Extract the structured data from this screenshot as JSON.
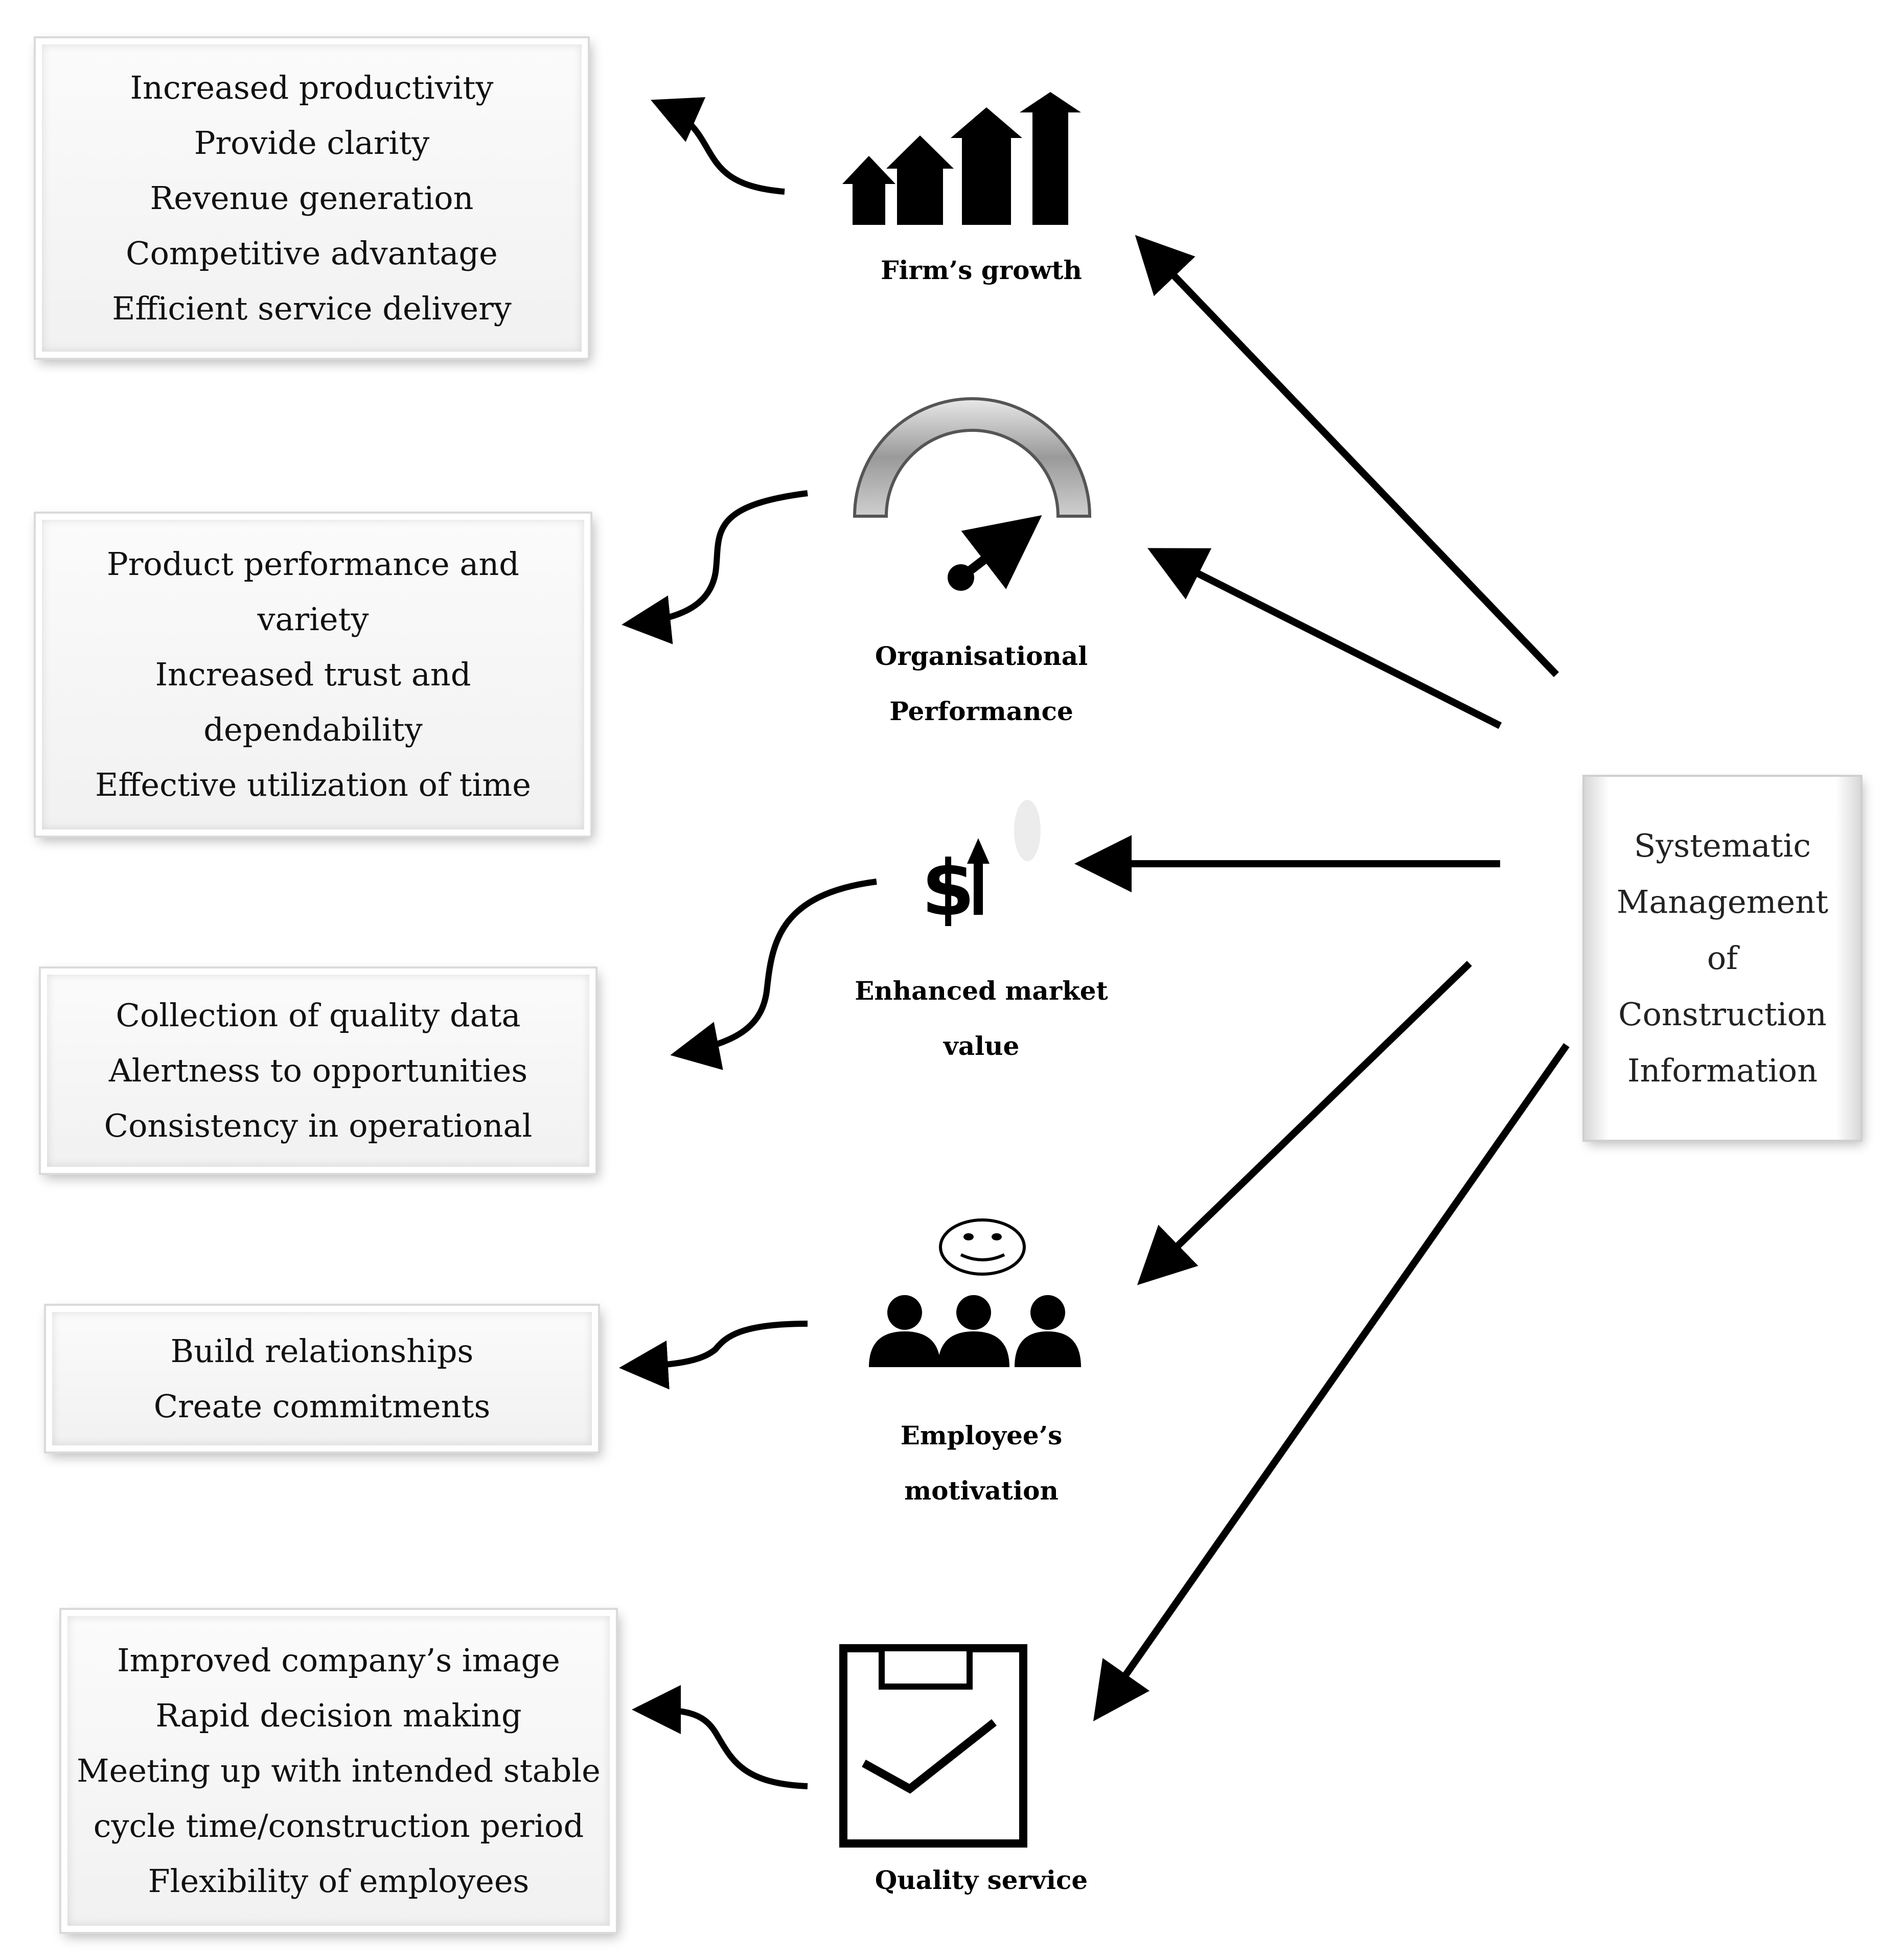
{
  "center": {
    "lines": [
      "Systematic",
      "Management",
      "of",
      "Construction",
      "Information"
    ]
  },
  "factors": [
    {
      "label": [
        "Firm’s growth"
      ],
      "icon": "bar-growth-arrows-icon"
    },
    {
      "label": [
        "Organisational",
        "Performance"
      ],
      "icon": "gauge-meter-icon"
    },
    {
      "label": [
        "Enhanced market",
        "value"
      ],
      "icon": "dollar-up-icon"
    },
    {
      "label": [
        "Employee’s",
        "motivation"
      ],
      "icon": "team-smiley-icon"
    },
    {
      "label": [
        "Quality service"
      ],
      "icon": "clipboard-check-icon"
    }
  ],
  "outcomes": [
    [
      "Increased productivity",
      "Provide clarity",
      "Revenue generation",
      "Competitive advantage",
      "Efficient service delivery"
    ],
    [
      "Product performance and",
      "variety",
      "Increased trust and",
      "dependability",
      "Effective utilization of time"
    ],
    [
      "Collection of quality data",
      "Alertness to opportunities",
      "Consistency in operational"
    ],
    [
      "Build relationships",
      "Create commitments"
    ],
    [
      "Improved company’s image",
      "Rapid decision making",
      "Meeting up with intended stable",
      "cycle time/construction period",
      "Flexibility of employees"
    ]
  ],
  "icon_glyphs": {
    "dollar": "$"
  }
}
